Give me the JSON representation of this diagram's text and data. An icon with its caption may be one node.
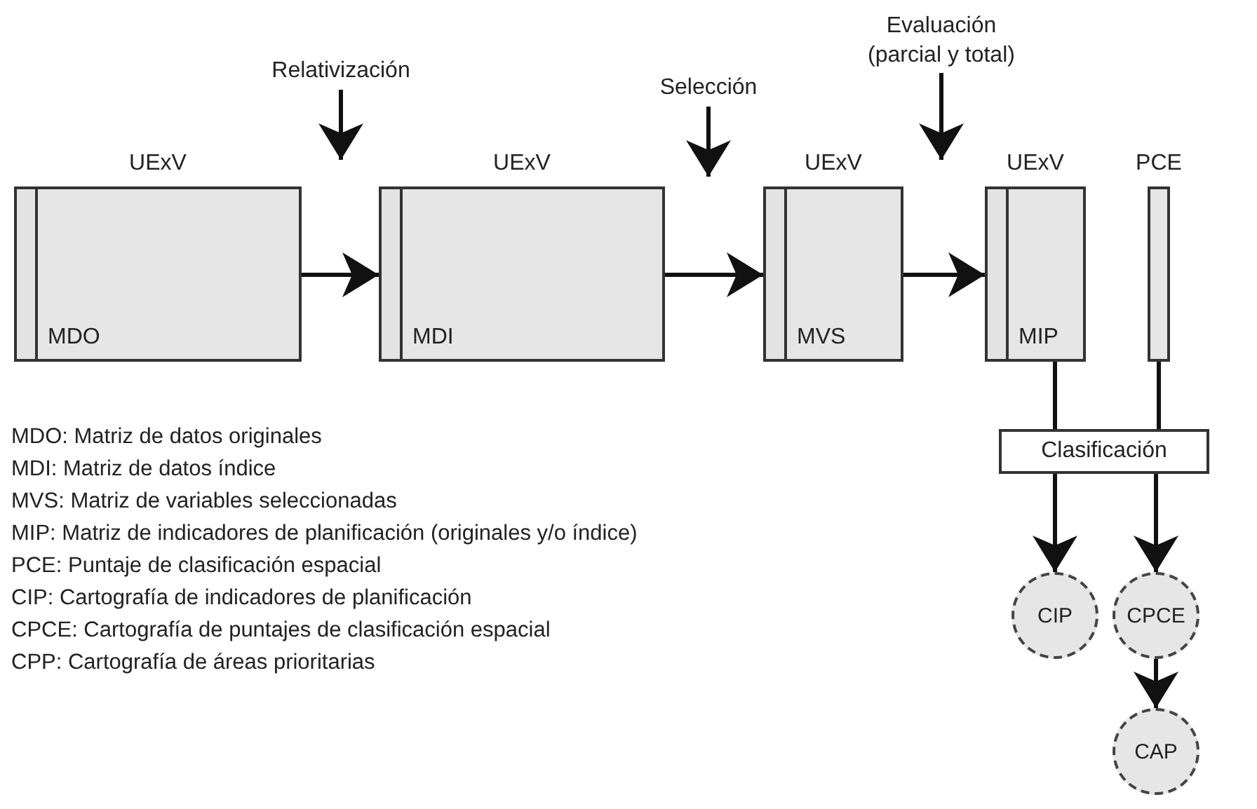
{
  "diagram": {
    "nodes": [
      {
        "text": [
          "UExV",
          "MDO"
        ]
      },
      {
        "text": [
          "UExV",
          "MDI"
        ]
      },
      {
        "text": [
          "UExV",
          "MVS"
        ]
      },
      {
        "text": [
          "UExV",
          "MIP"
        ]
      },
      {
        "text": [
          "PCE"
        ]
      },
      {
        "text": [
          "Relativización"
        ]
      },
      {
        "text": [
          "Selección"
        ]
      },
      {
        "text": [
          "Evaluación (parcial y total)"
        ]
      },
      {
        "text": [
          "Clasificación"
        ]
      },
      {
        "text": [
          "CIP"
        ]
      },
      {
        "text": [
          "CPCE"
        ]
      },
      {
        "text": [
          "CAP"
        ]
      }
    ],
    "edges": [
      {
        "from": 0,
        "to": 1,
        "arrow": "to"
      },
      {
        "from": 1,
        "to": 2,
        "arrow": "to"
      },
      {
        "from": 2,
        "to": 3,
        "arrow": "to"
      },
      {
        "from": 5,
        "to": null,
        "arrow": "to"
      },
      {
        "from": 6,
        "to": null,
        "arrow": "to"
      },
      {
        "from": 7,
        "to": null,
        "arrow": "to"
      },
      {
        "from": 3,
        "to": 8,
        "arrow": "none"
      },
      {
        "from": 4,
        "to": 8,
        "arrow": "none"
      },
      {
        "from": 8,
        "to": 9,
        "arrow": "to"
      },
      {
        "from": 8,
        "to": 10,
        "arrow": "to"
      },
      {
        "from": 10,
        "to": 11,
        "arrow": "to"
      }
    ],
    "labels": [
      "MDO: Matriz de datos originales",
      "MDI: Matriz de datos índice",
      "MVS: Matriz de variables seleccionadas",
      "MIP: Matriz de indicadores de planificación (originales y/o índice)",
      "PCE: Puntaje de clasificación espacial",
      "CIP: Cartografía de indicadores de planificación",
      "CPCE: Cartografía de puntajes de clasificación espacial",
      "CPP: Cartografía de áreas prioritarias"
    ]
  }
}
